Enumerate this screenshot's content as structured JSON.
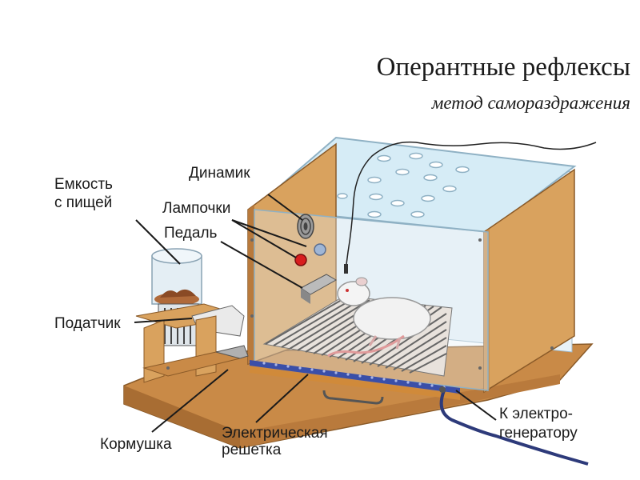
{
  "title": "Оперантные рефлексы",
  "subtitle": "метод самораздражения",
  "labels": {
    "container_line1": "Емкость",
    "container_line2": "с пищей",
    "speaker": "Динамик",
    "lamps": "Лампочки",
    "pedal": "Педаль",
    "feeder_mechanism": "Податчик",
    "feeder": "Кормушка",
    "grid_line1": "Электрическая",
    "grid_line2": "решетка",
    "generator_line1": "К электро-",
    "generator_line2": "генератору"
  },
  "colors": {
    "wood": "#d9a25e",
    "wood_dark": "#b97a3c",
    "glass": "#cfe6f2",
    "grid_rail": "#3a4fa8",
    "lamp_red": "#d81e1e"
  }
}
